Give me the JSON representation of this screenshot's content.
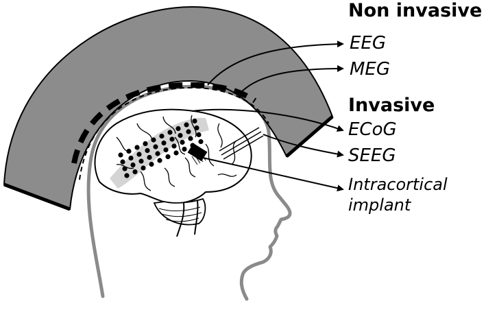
{
  "headings": {
    "non_invasive": "Non invasive",
    "invasive": "Invasive"
  },
  "labels": {
    "eeg": "EEG",
    "meg": "MEG",
    "ecog": "ECoG",
    "seeg": "SEEG",
    "intracortical_line1": "Intracortical",
    "intracortical_line2": "implant"
  },
  "colors": {
    "shell_fill": "#8c8c8c",
    "brain_shade": "#d4d4d4",
    "outline": "#000000",
    "head_outline": "#8a8a8a"
  }
}
